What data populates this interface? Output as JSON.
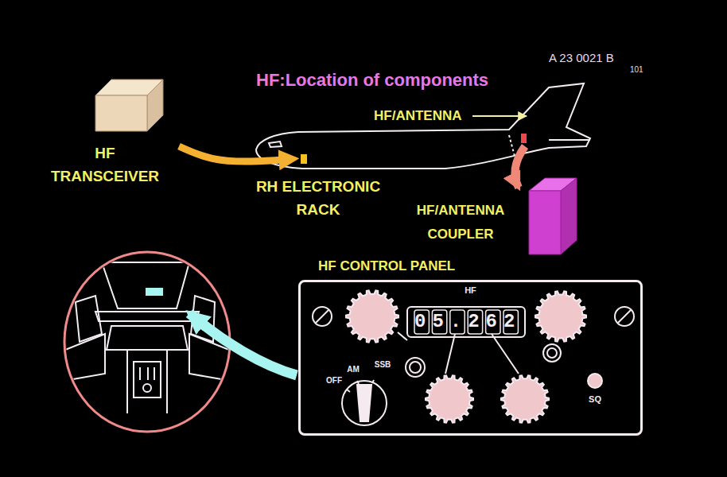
{
  "diagram": {
    "title": "HF:Location of components",
    "nodes": [
      {
        "text": [
          "HF TRANSCEIVER"
        ]
      },
      {
        "text": [
          "RH ELECTRONIC RACK"
        ]
      },
      {
        "text": [
          "HF/ANTENNA COUPLER"
        ]
      },
      {
        "text": [
          "HF CONTROL PANEL",
          "HF"
        ]
      },
      {
        "text": [
          "05.262"
        ],
        "in": 3
      }
    ],
    "edges": [
      {
        "from": 0,
        "to": 1,
        "arrow": "to"
      }
    ],
    "labels": [
      "A 23 0021 B",
      "101",
      "HF/ANTENNA",
      "OFF",
      "AM",
      "SSB",
      "SQ"
    ]
  }
}
